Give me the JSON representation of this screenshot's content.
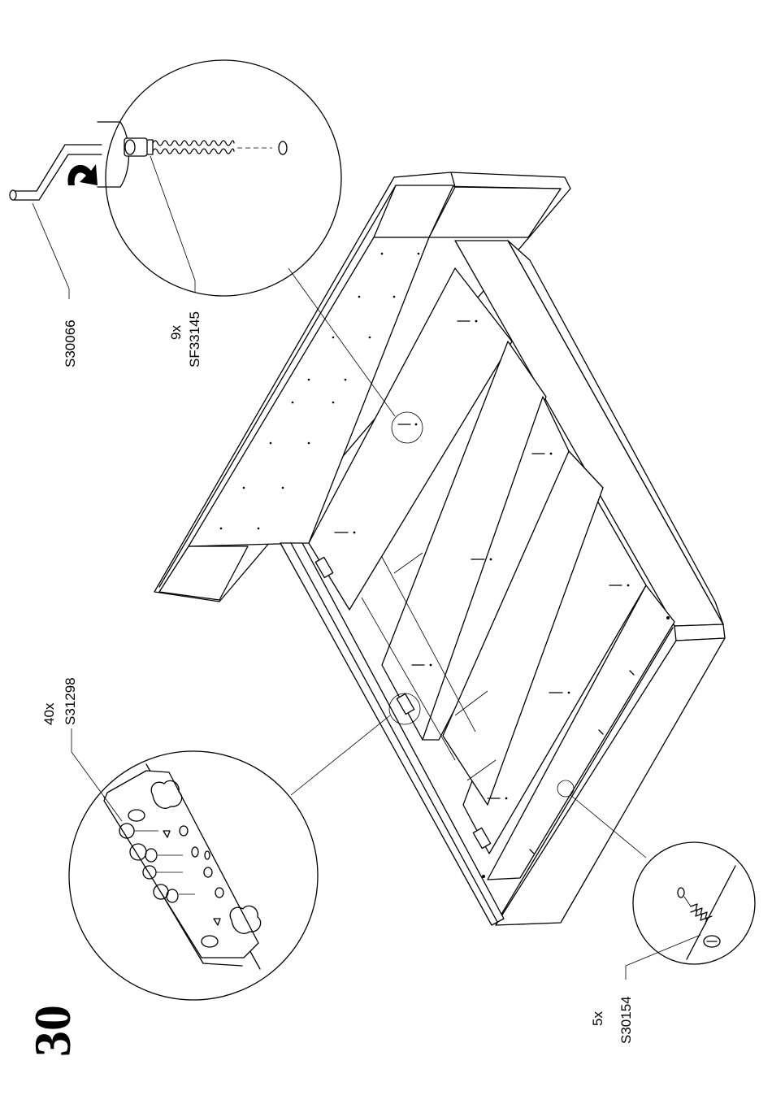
{
  "step": {
    "number": "30"
  },
  "callouts": {
    "top_tool": {
      "code": "S30066"
    },
    "top_bolt": {
      "qty": "9x",
      "code": "SF33145"
    },
    "left_screw": {
      "qty": "40x",
      "code": "S31298"
    },
    "right_screw": {
      "qty": "5x",
      "code": "S30154"
    }
  },
  "colors": {
    "line": "#000000",
    "background": "#ffffff"
  }
}
